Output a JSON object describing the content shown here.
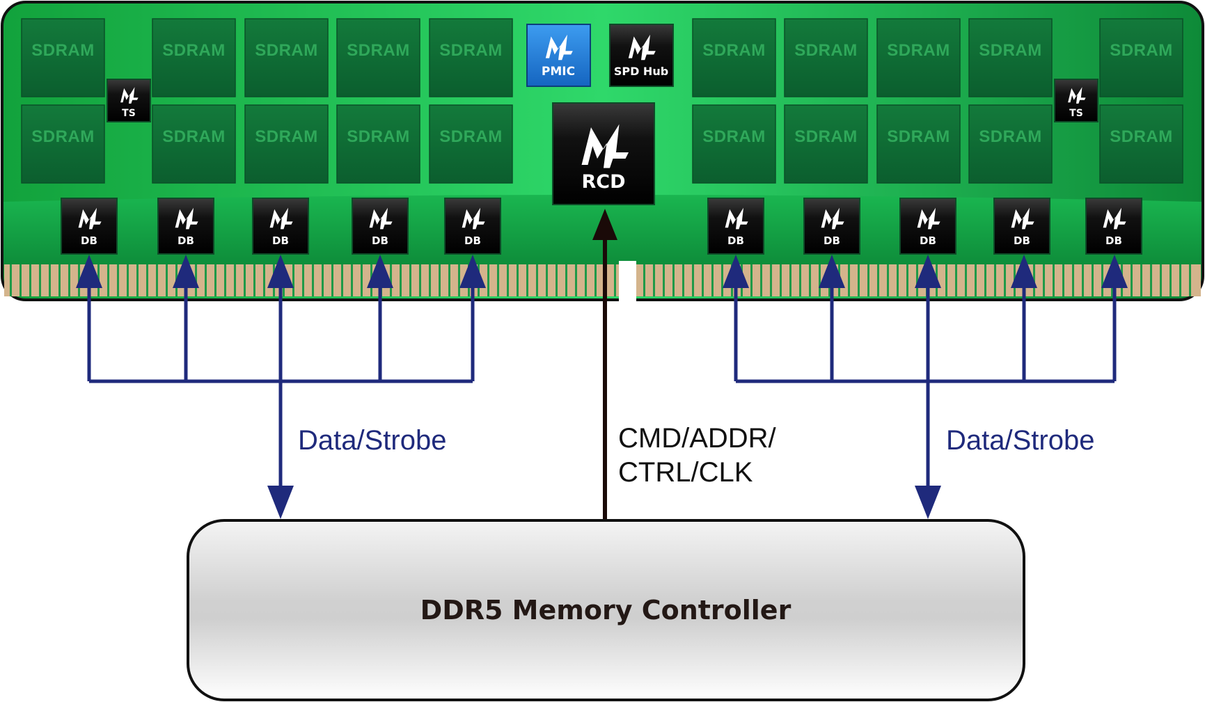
{
  "module": {
    "sdram_label": "SDRAM",
    "sdram_top": [
      "SDRAM",
      "SDRAM",
      "SDRAM",
      "SDRAM",
      "SDRAM",
      "SDRAM",
      "SDRAM",
      "SDRAM",
      "SDRAM",
      "SDRAM"
    ],
    "sdram_bottom": [
      "SDRAM",
      "SDRAM",
      "SDRAM",
      "SDRAM",
      "SDRAM",
      "SDRAM",
      "SDRAM",
      "SDRAM",
      "SDRAM",
      "SDRAM"
    ],
    "ts_left": "TS",
    "ts_right": "TS",
    "pmic": "PMIC",
    "spd_hub": "SPD Hub",
    "rcd": "RCD",
    "db_labels": [
      "DB",
      "DB",
      "DB",
      "DB",
      "DB",
      "DB",
      "DB",
      "DB",
      "DB",
      "DB"
    ],
    "colors": {
      "pcb_green": "#1fb04c",
      "sdram_dark": "#0d6a34",
      "gold_finger": "#d4b48c",
      "pmic_blue": "#1e7fd6",
      "data_bus": "#1f2a7c",
      "cmd_bus": "#1a0a08"
    }
  },
  "labels": {
    "data_strobe_left": "Data/Strobe",
    "data_strobe_right": "Data/Strobe",
    "cmd_line1": "CMD/ADDR/",
    "cmd_line2": "CTRL/CLK"
  },
  "controller": {
    "title": "DDR5 Memory Controller"
  },
  "icons": {
    "chip_logo": "montage-m-logo-icon",
    "arrow": "arrowhead-icon"
  }
}
